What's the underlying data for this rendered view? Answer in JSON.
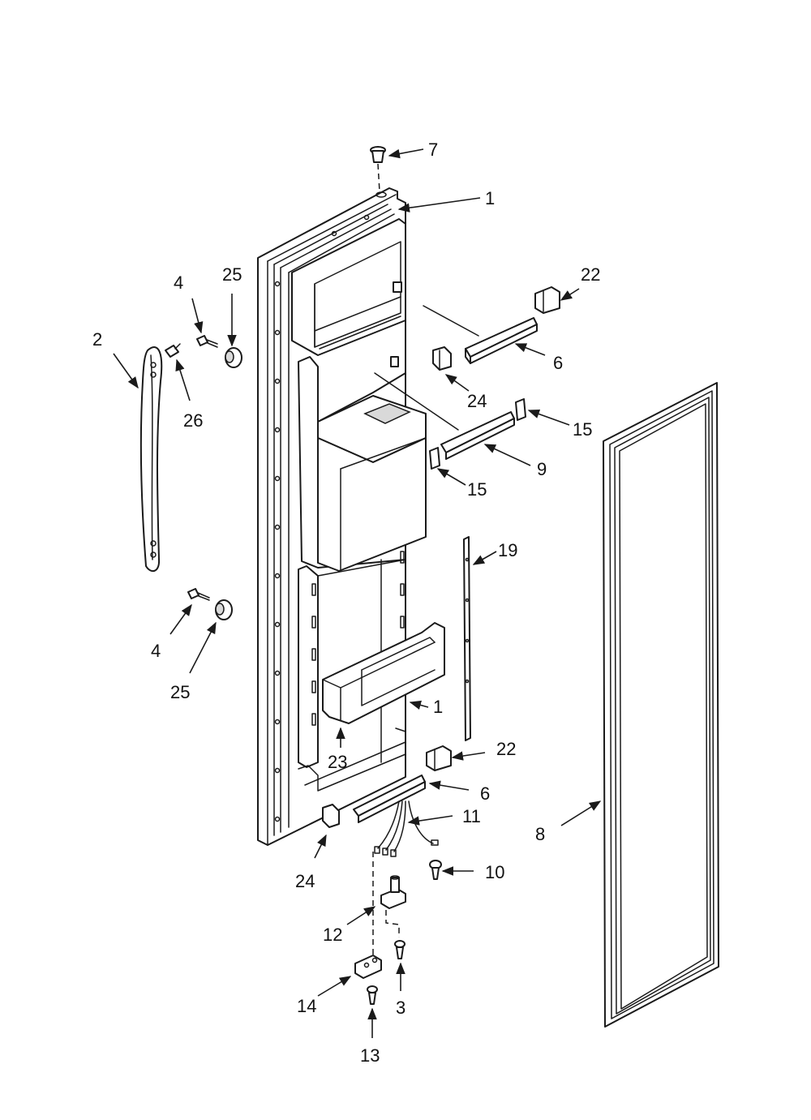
{
  "callouts": [
    {
      "id": "c-7",
      "label": "7"
    },
    {
      "id": "c-1a",
      "label": "1"
    },
    {
      "id": "c-22a",
      "label": "22"
    },
    {
      "id": "c-4a",
      "label": "4"
    },
    {
      "id": "c-25a",
      "label": "25"
    },
    {
      "id": "c-2",
      "label": "2"
    },
    {
      "id": "c-26",
      "label": "26"
    },
    {
      "id": "c-6a",
      "label": "6"
    },
    {
      "id": "c-24a",
      "label": "24"
    },
    {
      "id": "c-15a",
      "label": "15"
    },
    {
      "id": "c-9",
      "label": "9"
    },
    {
      "id": "c-15b",
      "label": "15"
    },
    {
      "id": "c-19",
      "label": "19"
    },
    {
      "id": "c-4b",
      "label": "4"
    },
    {
      "id": "c-25b",
      "label": "25"
    },
    {
      "id": "c-1b",
      "label": "1"
    },
    {
      "id": "c-23",
      "label": "23"
    },
    {
      "id": "c-22b",
      "label": "22"
    },
    {
      "id": "c-6b",
      "label": "6"
    },
    {
      "id": "c-11",
      "label": "11"
    },
    {
      "id": "c-8",
      "label": "8"
    },
    {
      "id": "c-10",
      "label": "10"
    },
    {
      "id": "c-24b",
      "label": "24"
    },
    {
      "id": "c-12",
      "label": "12"
    },
    {
      "id": "c-14",
      "label": "14"
    },
    {
      "id": "c-3",
      "label": "3"
    },
    {
      "id": "c-13",
      "label": "13"
    }
  ]
}
